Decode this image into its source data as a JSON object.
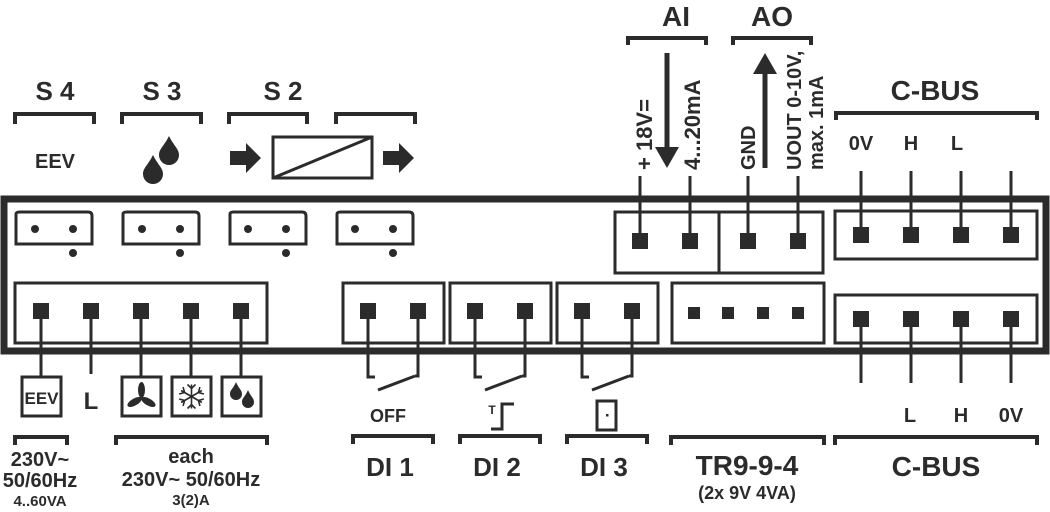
{
  "colors": {
    "ink": "#2b2b2b",
    "background": "#ffffff"
  },
  "top_groups": {
    "s4": {
      "label": "S 4",
      "symbol_text": "EEV"
    },
    "s3": {
      "label": "S 3",
      "symbol": "water-drops-icon"
    },
    "s2": {
      "label": "S 2",
      "symbol": "flow-arrow-box-icon"
    },
    "s1": {
      "label": "",
      "symbol": "arrow-right-icon"
    },
    "ai": {
      "label": "AI",
      "pin_labels": [
        "+ 18V=",
        "4...20mA"
      ]
    },
    "ao": {
      "label": "AO",
      "pin_labels": [
        "GND",
        "UOUT 0-10V,",
        "max. 1mA"
      ]
    },
    "cbus_top": {
      "label": "C-BUS",
      "pin_labels": [
        "0V",
        "H",
        "L",
        ""
      ]
    }
  },
  "bottom_groups": {
    "relays": {
      "outputs": [
        {
          "type": "box-text",
          "text": "EEV"
        },
        {
          "type": "text",
          "text": "L"
        },
        {
          "type": "icon",
          "icon": "fan-icon"
        },
        {
          "type": "icon",
          "icon": "snowflake-icon"
        },
        {
          "type": "icon",
          "icon": "water-drops-icon"
        }
      ],
      "eev_rating": [
        "230V~",
        "50/60Hz",
        "4..60VA"
      ],
      "each_rating": [
        "each",
        "230V~ 50/60Hz",
        "3(2)A"
      ]
    },
    "di1": {
      "label": "DI 1",
      "symbol_text": "OFF"
    },
    "di2": {
      "label": "DI 2",
      "symbol": "pulse-step-icon",
      "symbol_text": "T"
    },
    "di3": {
      "label": "DI 3",
      "symbol": "door-icon"
    },
    "tr": {
      "label": "TR9-9-4",
      "sublabel": "(2x 9V 4VA)"
    },
    "cbus_bottom": {
      "label": "C-BUS",
      "pin_labels": [
        "",
        "L",
        "H",
        "0V"
      ]
    }
  }
}
